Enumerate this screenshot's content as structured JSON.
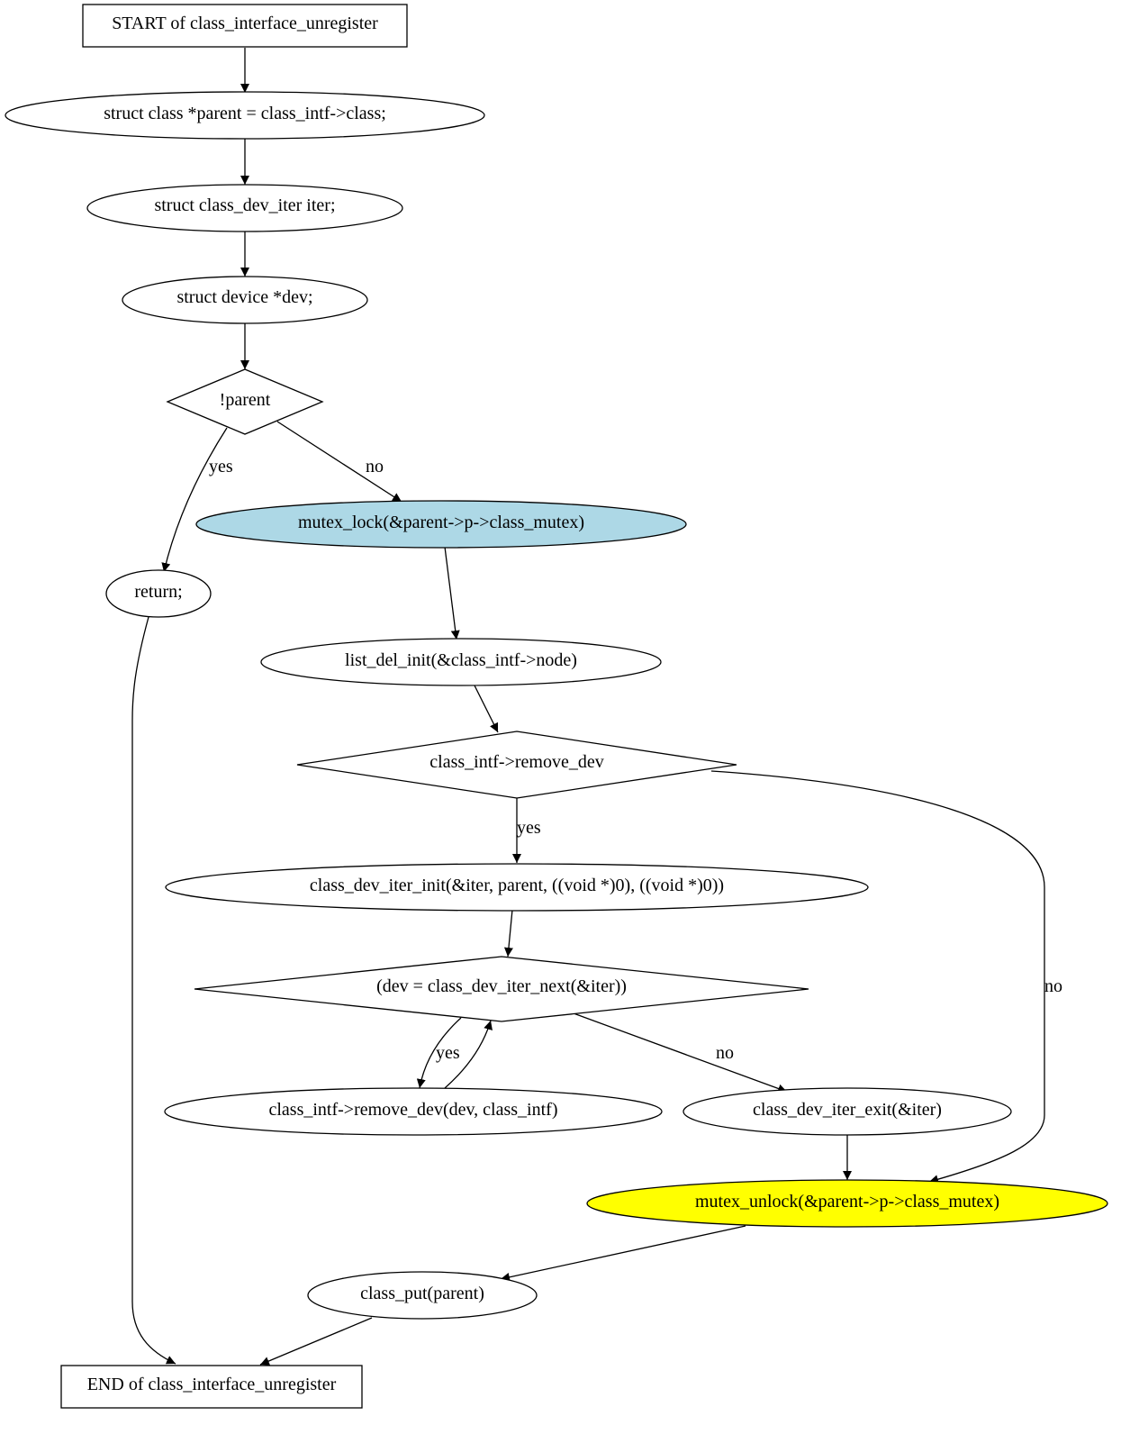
{
  "nodes": {
    "start": {
      "label": "START of class_interface_unregister"
    },
    "n_parent": {
      "label": "struct class *parent = class_intf->class;"
    },
    "n_iter": {
      "label": "struct class_dev_iter iter;"
    },
    "n_dev": {
      "label": "struct device *dev;"
    },
    "d_parent": {
      "label": "!parent"
    },
    "n_return": {
      "label": "return;"
    },
    "n_lock": {
      "label": "mutex_lock(&parent->p->class_mutex)",
      "fill": "#add8e6"
    },
    "n_listdel": {
      "label": "list_del_init(&class_intf->node)"
    },
    "d_remove": {
      "label": "class_intf->remove_dev"
    },
    "n_iterinit": {
      "label": "class_dev_iter_init(&iter, parent, ((void *)0), ((void *)0))"
    },
    "d_next": {
      "label": "(dev = class_dev_iter_next(&iter))"
    },
    "n_removedev": {
      "label": "class_intf->remove_dev(dev, class_intf)"
    },
    "n_iterexit": {
      "label": "class_dev_iter_exit(&iter)"
    },
    "n_unlock": {
      "label": "mutex_unlock(&parent->p->class_mutex)",
      "fill": "#ffff00"
    },
    "n_put": {
      "label": "class_put(parent)"
    },
    "end": {
      "label": "END of class_interface_unregister"
    }
  },
  "edge_labels": {
    "parent_yes": "yes",
    "parent_no": "no",
    "remove_yes": "yes",
    "remove_no": "no",
    "next_yes": "yes",
    "next_no": "no"
  }
}
